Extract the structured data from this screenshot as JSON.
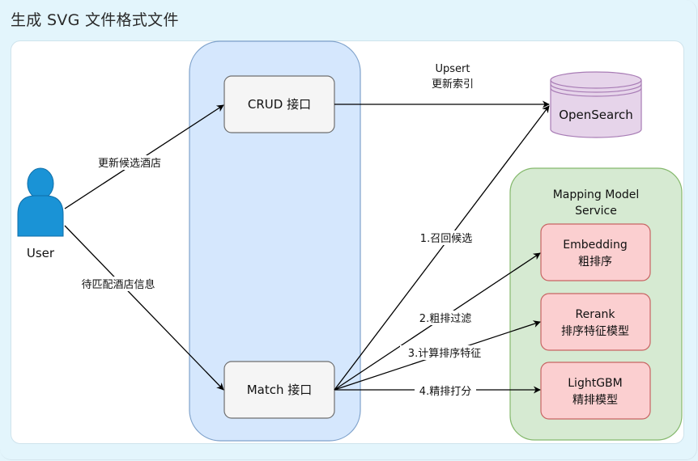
{
  "page": {
    "title": "生成 SVG 文件格式文件"
  },
  "diagram": {
    "actor": {
      "label": "User",
      "color": "#1a93d6"
    },
    "api_group": {
      "fill": "#d5e7fd",
      "stroke": "#7fa2cb"
    },
    "crud_api": {
      "label": "CRUD 接口"
    },
    "match_api": {
      "label": "Match 接口"
    },
    "database": {
      "label": "OpenSearch",
      "fill": "#e6d4ea",
      "stroke": "#a87cb5"
    },
    "model_service": {
      "title_line1": "Mapping Model",
      "title_line2": "Service",
      "fill": "#d6ead2",
      "stroke": "#85b96d",
      "models": [
        {
          "line1": "Embedding",
          "line2": "粗排序"
        },
        {
          "line1": "Rerank",
          "line2": "排序特征模型"
        },
        {
          "line1": "LightGBM",
          "line2": "精排模型"
        }
      ],
      "model_fill": "#fbcfd0",
      "model_stroke": "#c86463"
    },
    "edges": {
      "user_to_crud": "更新候选酒店",
      "user_to_match": "待匹配酒店信息",
      "crud_to_db_line1": "Upsert",
      "crud_to_db_line2": "更新索引",
      "match_to_db": "1.召回候选",
      "match_to_embedding": "2.粗排过滤",
      "match_to_rerank": "3.计算排序特征",
      "match_to_lightgbm": "4.精排打分"
    }
  }
}
